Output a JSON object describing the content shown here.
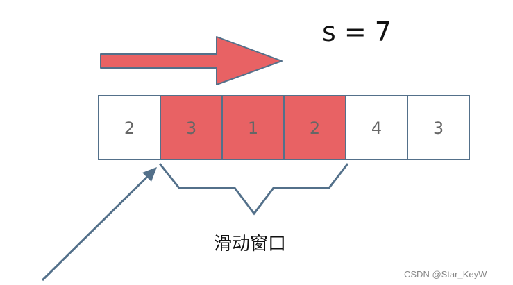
{
  "formula": "s = 7",
  "window_label": "滑动窗口",
  "watermark": "CSDN @Star_KeyW",
  "array": [
    {
      "value": "2",
      "in_window": false
    },
    {
      "value": "3",
      "in_window": true
    },
    {
      "value": "1",
      "in_window": true
    },
    {
      "value": "2",
      "in_window": true
    },
    {
      "value": "4",
      "in_window": false
    },
    {
      "value": "3",
      "in_window": false
    }
  ],
  "colors": {
    "window_fill": "#e86264",
    "cell_stroke": "#53708a",
    "cell_text": "#666666",
    "arrow_fill": "#e86264",
    "arrow_stroke": "#53708a",
    "pointer_stroke": "#53708a",
    "text": "#111111",
    "watermark": "#888888"
  }
}
